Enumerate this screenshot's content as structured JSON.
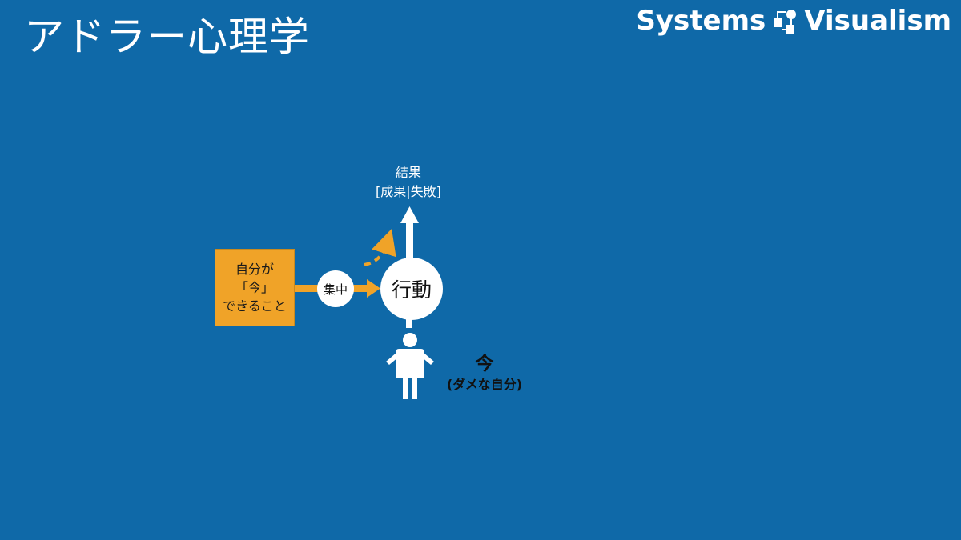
{
  "header": {
    "title": "アドラー心理学",
    "brand_left": "Systems",
    "brand_right": "Visualism"
  },
  "diagram": {
    "box_lines": [
      "自分が",
      "「今」",
      "できること"
    ],
    "focus_label": "集中",
    "action_label": "行動",
    "result_line1": "結果",
    "result_line2": "[成果|失敗]",
    "now_label": "今",
    "now_sub": "(ダメな自分)"
  },
  "colors": {
    "background": "#0f69a8",
    "accent": "#f0a328",
    "white": "#ffffff",
    "text_dark": "#111111"
  }
}
